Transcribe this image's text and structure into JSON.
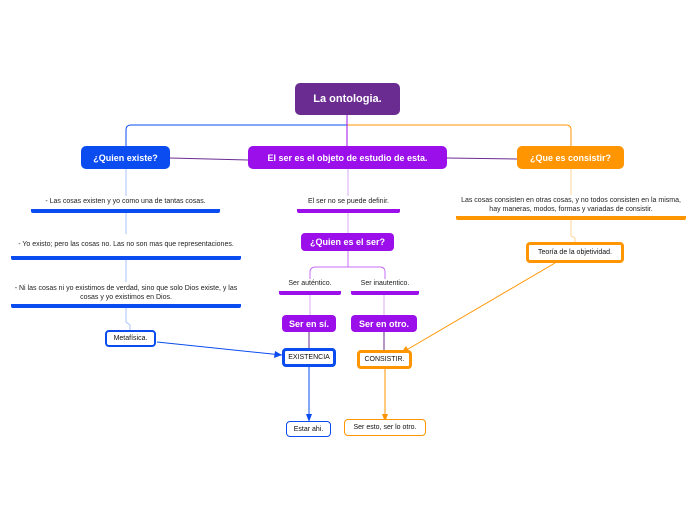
{
  "title": "La ontologia.",
  "branches": {
    "who": "¿Quien existe?",
    "object": "El ser es el objeto de estudio de esta.",
    "what": "¿Que es consistir?"
  },
  "who_items": [
    "- Las cosas existen y yo como una de tantas cosas.",
    "- Yo existo; pero las cosas no. Las no son mas que representaciones.",
    "- Ni las cosas ni yo existimos de verdad, sino que solo Dios existe, y las cosas y yo existimos en Dios."
  ],
  "metafisica": "Metafísica.",
  "object_items": {
    "cannot_define": "El ser no se puede definir.",
    "what_is": "¿Quien es el ser?",
    "authentic": "Ser auténtico.",
    "inauthentic": "Ser inautentico.",
    "ser_en_si": "Ser en sí.",
    "ser_en_otro": "Ser en otro.",
    "existencia": "EXISTENCIA",
    "consistir": "CONSISTIR.",
    "estar_ahi": "Estar ahi.",
    "ser_esto": "Ser esto, ser lo otro."
  },
  "what_items": {
    "consist_text": "Las cosas consisten en otras cosas, y no todos consisten en la misma, hay maneras, modos, formas y variadas de consistir.",
    "teoria": "Teoría de la objetividad."
  },
  "colors": {
    "root": "#6a2c91",
    "blue": "#0a4cf0",
    "purple": "#9b10ea",
    "orange": "#ff9500"
  }
}
